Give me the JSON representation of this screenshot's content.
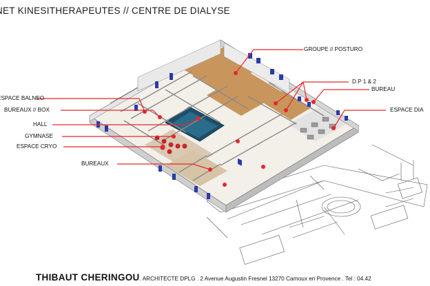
{
  "title": "NET KINESITHERAPEUTES  //  CENTRE DE DIALYSE",
  "labels": {
    "groupe": "GROUPE // POSTURO",
    "dp": "D.P 1 & 2",
    "bureau": "BUREAU",
    "espace_dia": "ESPACE DIA",
    "espace_balneo": "ESPACE BALNEO",
    "bureaux_box": "BUREAUX // BOX",
    "hall": "HALL",
    "gymnase": "GYMNASE",
    "espace_cryo": "ESPACE CRYO",
    "bureaux": "BUREAUX"
  },
  "footer": {
    "name": "THIBAUT CHERINGOU",
    "rest": ". ARCHITECTE DPLG . 2 Avenue Augustin Fresnel 13270  Carnoux en Provence . Tel : 04.42"
  },
  "colors": {
    "leader": "#e8262a",
    "window": "#2b3aa8",
    "pool": "#1d4f6b",
    "floor": "#c8965c"
  }
}
